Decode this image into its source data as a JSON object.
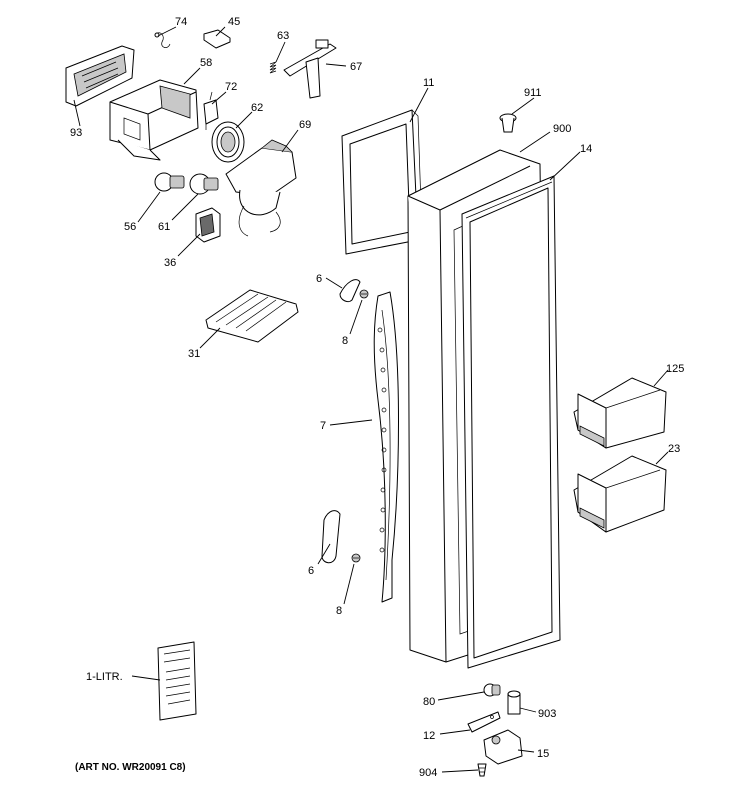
{
  "diagram": {
    "art_number": "(ART NO. WR20091 C8)",
    "labels": {
      "p74": "74",
      "p45": "45",
      "p63": "63",
      "p67": "67",
      "p58": "58",
      "p72": "72",
      "p62": "62",
      "p93": "93",
      "p69": "69",
      "p56": "56",
      "p61": "61",
      "p36": "36",
      "p11": "11",
      "p911": "911",
      "p900": "900",
      "p14": "14",
      "p6a": "6",
      "p8a": "8",
      "p31": "31",
      "p7": "7",
      "p125": "125",
      "p23": "23",
      "p6b": "6",
      "p8b": "8",
      "litr": "1-LITR.",
      "p80": "80",
      "p903": "903",
      "p12": "12",
      "p15": "15",
      "p904": "904"
    }
  }
}
